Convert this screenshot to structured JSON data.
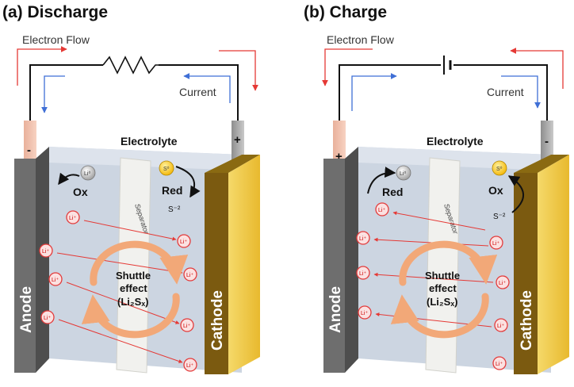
{
  "panels": [
    {
      "title": "(a) Discharge",
      "electron_flow": "Electron Flow",
      "current": "Current",
      "electrolyte": "Electrolyte",
      "left_terminal": "-",
      "right_terminal": "+",
      "left_reaction": "Ox",
      "right_reaction": "Red",
      "li_atom": "Li⁰",
      "s_atom": "S⁰",
      "sulfide": "S⁻²",
      "li_ion": "Li⁺",
      "separator": "Separator",
      "shuttle_line1": "Shuttle",
      "shuttle_line2": "effect",
      "shuttle_line3": "(Li₂Sₓ)",
      "anode": "Anode",
      "cathode": "Cathode"
    },
    {
      "title": "(b) Charge",
      "electron_flow": "Electron Flow",
      "current": "Current",
      "electrolyte": "Electrolyte",
      "left_terminal": "+",
      "right_terminal": "-",
      "left_reaction": "Red",
      "right_reaction": "Ox",
      "li_atom": "Li⁰",
      "s_atom": "S⁰",
      "sulfide": "S⁻²",
      "li_ion": "Li⁺",
      "separator": "Separator",
      "shuttle_line1": "Shuttle",
      "shuttle_line2": "effect",
      "shuttle_line3": "(Li₂Sₓ)",
      "anode": "Anode",
      "cathode": "Cathode"
    }
  ],
  "colors": {
    "electron_arrow": "#e53935",
    "current_arrow": "#3f6fd6",
    "anode": "#6e6e6e",
    "cathode": "#e8b92e",
    "electrolyte": "#c6d0de",
    "li_ion": "#e33b3b",
    "sulfur": "#f3b400",
    "shuttle": "#f2a878"
  },
  "icons": [
    "resistor-icon",
    "battery-source-icon",
    "arrow-icon"
  ]
}
